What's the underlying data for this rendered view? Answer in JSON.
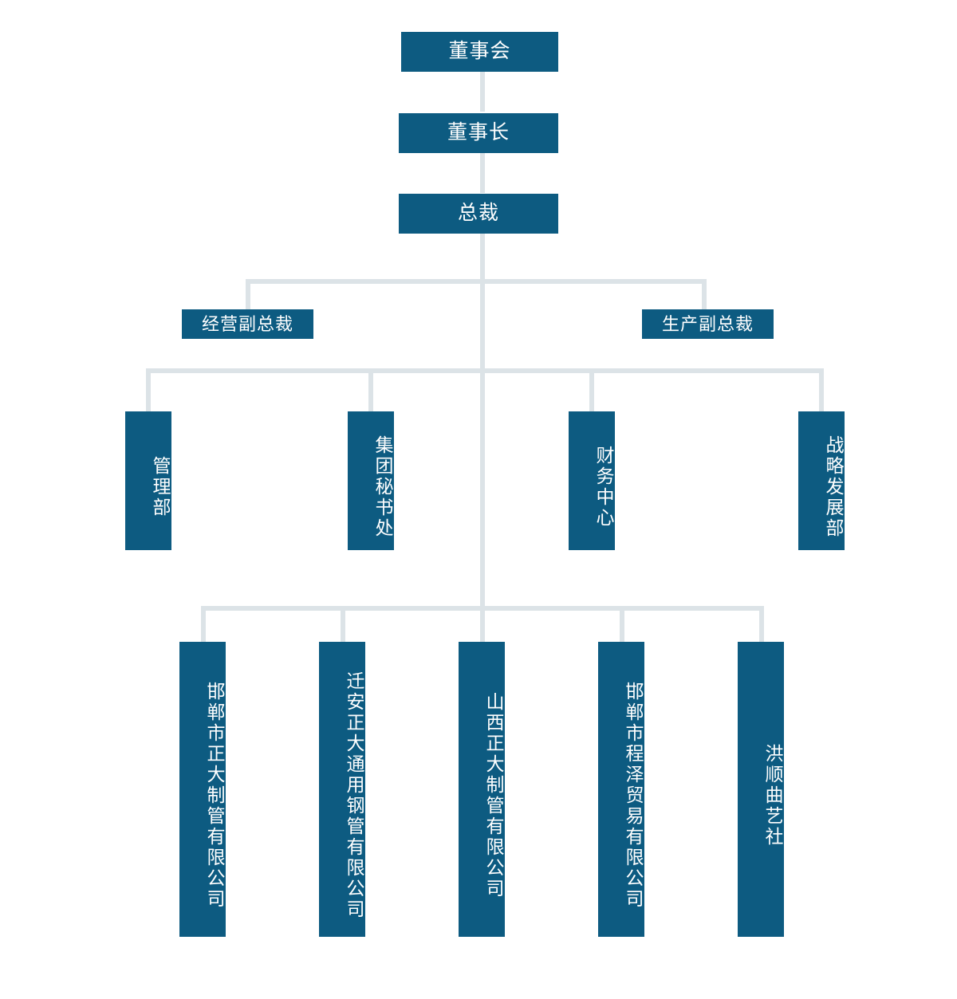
{
  "chart_title": "",
  "colors": {
    "node_fill": "#0d5b81",
    "node_text": "#ffffff",
    "connector": "#dce3e7",
    "background": "#ffffff"
  },
  "org": {
    "level1": {
      "label": "董事会"
    },
    "level2": {
      "label": "董事长"
    },
    "level3": {
      "label": "总裁"
    },
    "vice_presidents": [
      {
        "label": "经营副总裁"
      },
      {
        "label": "生产副总裁"
      }
    ],
    "departments": [
      {
        "label": "管理部"
      },
      {
        "label": "集团秘书处"
      },
      {
        "label": "财务中心"
      },
      {
        "label": "战略发展部"
      }
    ],
    "subsidiaries": [
      {
        "label": "邯郸市正大制管有限公司"
      },
      {
        "label": "迁安正大通用钢管有限公司"
      },
      {
        "label": "山西正大制管有限公司"
      },
      {
        "label": "邯郸市程泽贸易有限公司"
      },
      {
        "label": "洪顺曲艺社"
      }
    ]
  }
}
